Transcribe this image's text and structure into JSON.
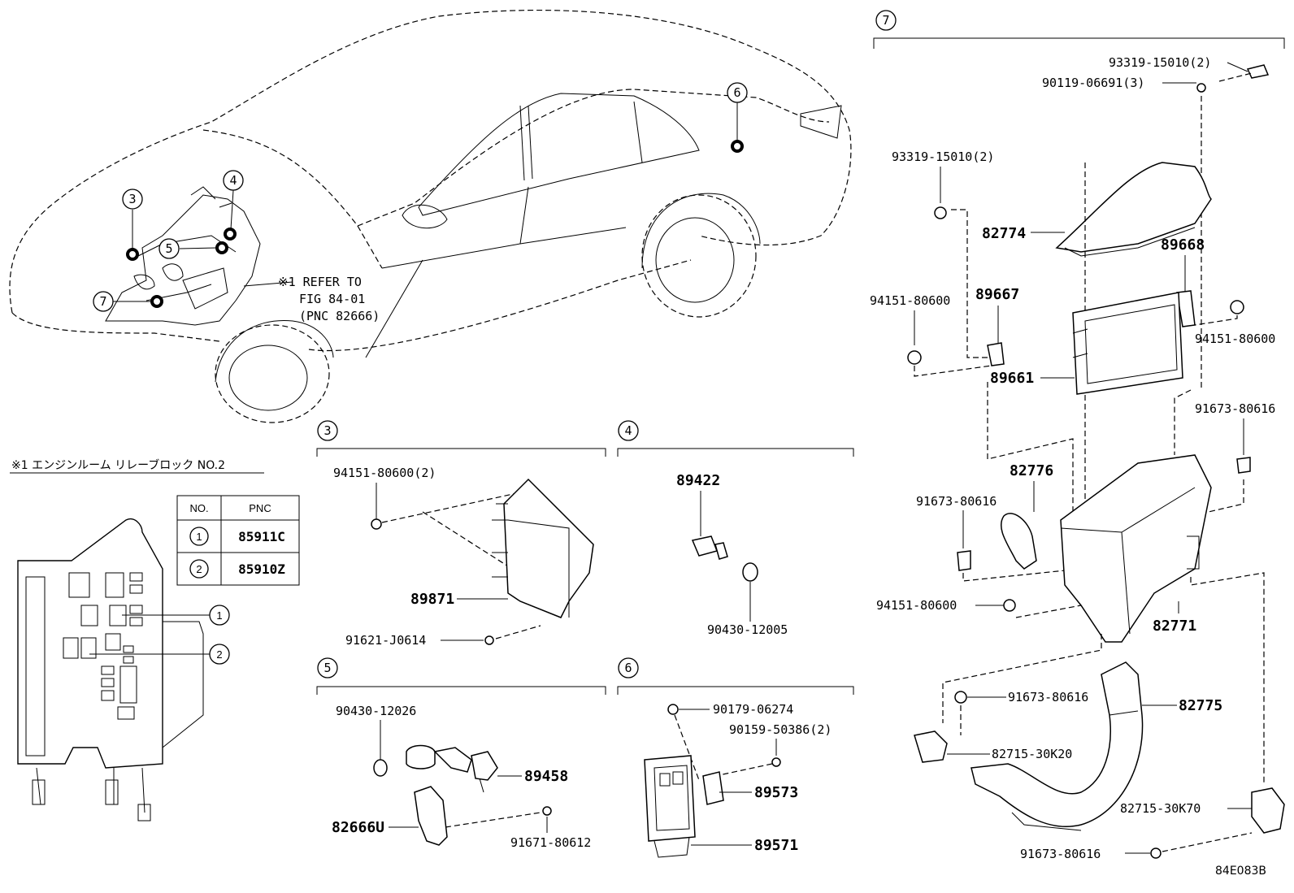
{
  "diagram_code": "84E083B",
  "vehicle": {
    "refer_note": [
      "※1 REFER TO",
      "FIG 84-01",
      "(PNC 82666)"
    ],
    "callouts": [
      "3",
      "4",
      "5",
      "6",
      "7"
    ]
  },
  "relay_block": {
    "title": "※1 エンジンルーム リレーブロック NO.2",
    "table_headers": [
      "NO.",
      "PNC"
    ],
    "rows": [
      {
        "no": "1",
        "pnc": "85911C"
      },
      {
        "no": "2",
        "pnc": "85910Z"
      }
    ]
  },
  "section3": {
    "number": "3",
    "labels": [
      "94151-80600(2)",
      "89871",
      "91621-J0614"
    ]
  },
  "section4": {
    "number": "4",
    "labels": [
      "89422",
      "90430-12005"
    ]
  },
  "section5": {
    "number": "5",
    "labels": [
      "90430-12026",
      "89458",
      "82666U",
      "91671-80612"
    ]
  },
  "section6": {
    "number": "6",
    "labels": [
      "90179-06274",
      "90159-50386(2)",
      "89573",
      "89571"
    ]
  },
  "section7": {
    "number": "7",
    "labels": [
      "93319-15010(2)",
      "90119-06691(3)",
      "93319-15010(2)",
      "82774",
      "89668",
      "94151-80600",
      "89667",
      "94151-80600",
      "89661",
      "91673-80616",
      "82776",
      "91673-80616",
      "94151-80600",
      "82771",
      "91673-80616",
      "82775",
      "82715-30K20",
      "82715-30K70",
      "91673-80616"
    ]
  }
}
